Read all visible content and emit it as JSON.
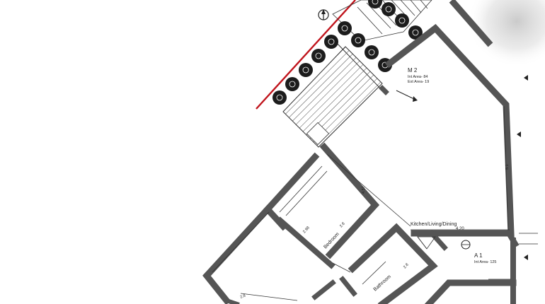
{
  "units": [
    {
      "id": "M 2",
      "int_area": "Int Area- 84",
      "ext_area": "Ext Area- 19"
    },
    {
      "id": "A 1",
      "int_area": "Int Area- 125"
    }
  ],
  "rooms": {
    "kitchen": "Kitchen/Living/Dining",
    "bedroom": "Bedroom",
    "bathroom": "Bathroom"
  },
  "dimensions": {
    "kitchen_diag": "4.57",
    "kitchen_width": "4.20",
    "kitchen_right": "5.1",
    "bedroom_a": "2.98",
    "bedroom_b": "2.8",
    "bath_a": "2.8",
    "lower_a": "2.8"
  },
  "colors": {
    "wall": "#555555",
    "boundary": "#c0141c",
    "line": "#333333",
    "tree": "#1c1c1c",
    "fog": "#d2d2d2"
  },
  "icons": [
    "north-arrow-icon",
    "section-marker-icon",
    "tree-icon"
  ]
}
